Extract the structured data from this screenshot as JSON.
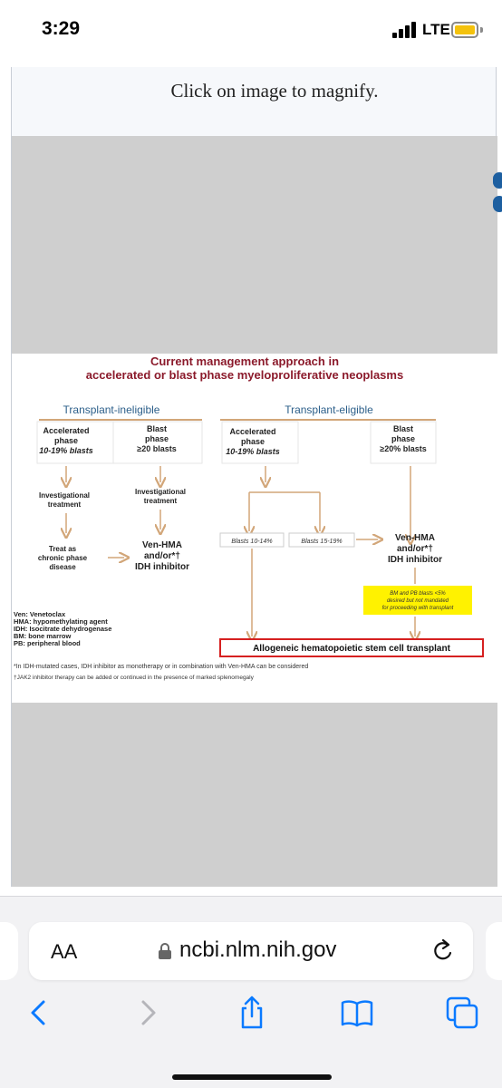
{
  "status": {
    "time": "3:29",
    "network": "LTE"
  },
  "page": {
    "magnify_caption": "Click on image to magnify."
  },
  "figure": {
    "title_line1": "Current management approach in",
    "title_line2": "accelerated or blast phase myeloproliferative neoplasms",
    "ineligible_header": "Transplant-ineligible",
    "eligible_header": "Transplant-eligible",
    "ineligible_accel": [
      "Accelerated",
      "phase",
      "10-19% blasts"
    ],
    "ineligible_blast": [
      "Blast",
      "phase",
      "≥20 blasts"
    ],
    "eligible_accel": [
      "Accelerated",
      "phase",
      "10-19% blasts"
    ],
    "eligible_blast": [
      "Blast",
      "phase",
      "≥20% blasts"
    ],
    "invest_left": [
      "Investigational",
      "treatment"
    ],
    "invest_right": [
      "Investigational",
      "treatment"
    ],
    "treat_chronic": [
      "Treat as",
      "chronic phase",
      "disease"
    ],
    "ven_hma_left": [
      "Ven-HMA",
      "and/or*†",
      "IDH inhibitor"
    ],
    "ven_hma_right": [
      "Ven-HMA",
      "and/or*†",
      "IDH inhibitor"
    ],
    "blasts_low": "Blasts 10-14%",
    "blasts_high": "Blasts 15-19%",
    "bm_note": [
      "BM and PB blasts <5%",
      "desired but not mandated",
      "for proceeding with transplant"
    ],
    "abbrev": [
      "Ven: Venetoclax",
      "HMA: hypomethylating agent",
      "IDH: Isocitrate dehydrogenase",
      "BM: bone marrow",
      "PB: peripheral blood"
    ],
    "transplant_box": "Allogeneic hematopoietic stem cell transplant",
    "footnote1": "*In IDH-mutated cases, IDH inhibitor as monotherapy or in combination with Ven-HMA can be considered",
    "footnote2": "†JAK2 inhibitor therapy can be added or continued in the presence of marked splenomegaly"
  },
  "toolbar": {
    "text_size_label": "AA",
    "url": "ncbi.nlm.nih.gov"
  },
  "icons": {
    "back": "chevron-left-icon",
    "forward": "chevron-right-icon",
    "share": "share-icon",
    "bookmarks": "book-icon",
    "tabs": "tabs-icon",
    "lock": "lock-icon",
    "reload": "reload-icon"
  },
  "colors": {
    "accent_blue": "#0a7aff",
    "figure_title": "#8b1a2b",
    "header_blue": "#2c5f8a",
    "arrow_tan": "#d2a679",
    "transplant_border": "#d62020",
    "note_yellow": "#fff200",
    "battery_yellow": "#f4c20d"
  }
}
